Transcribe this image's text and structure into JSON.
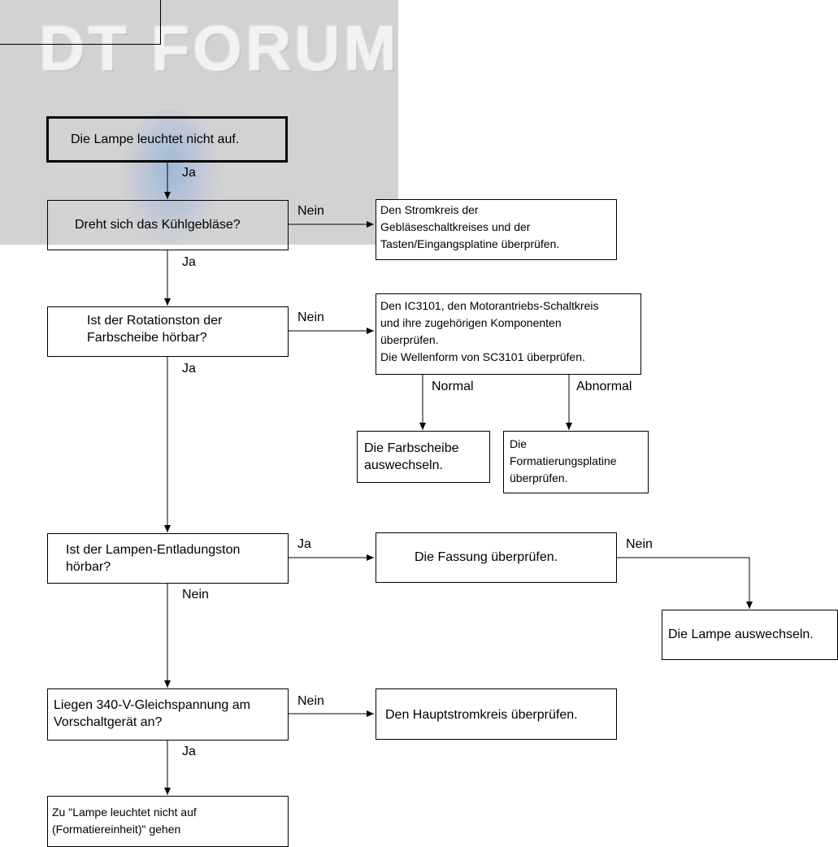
{
  "watermark": {
    "logo": "DT FORUM"
  },
  "nodes": {
    "start": "Die Lampe leuchtet nicht auf.",
    "fan_question": "Dreht sich das Kühlgebläse?",
    "fan_check": [
      "Den Stromkreis der",
      "Gebläseschaltkreises und der",
      "Tasten/Eingangsplatine überprüfen."
    ],
    "rotation_question": [
      "Ist der Rotationston der",
      "Farbscheibe hörbar?"
    ],
    "ic_check": [
      "Den IC3101, den Motorantriebs-Schaltkreis",
      "und ihre zugehörigen Komponenten",
      "überprüfen.",
      "Die Wellenform von SC3101 überprüfen."
    ],
    "replace_wheel": [
      "Die Farbscheibe",
      "auswechseln."
    ],
    "check_formatter": [
      "Die",
      "Formatierungsplatine",
      "überprüfen."
    ],
    "discharge_question": [
      "Ist der Lampen-Entladungston",
      "hörbar?"
    ],
    "check_socket": "Die Fassung überprüfen.",
    "replace_lamp": "Die Lampe auswechseln.",
    "voltage_question": [
      "Liegen 340-V-Gleichspannung am",
      "Vorschaltgerät an?"
    ],
    "check_main": "Den Hauptstromkreis überprüfen.",
    "goto": [
      "Zu \"Lampe leuchtet nicht auf",
      "(Formatiereinheit)\" gehen"
    ]
  },
  "labels": {
    "ja_1": "Ja",
    "nein_fan": "Nein",
    "ja_2": "Ja",
    "nein_rotation": "Nein",
    "ja_3": "Ja",
    "normal": "Normal",
    "abnormal": "Abnormal",
    "ja_discharge": "Ja",
    "nein_socket": "Nein",
    "nein_discharge": "Nein",
    "nein_voltage": "Nein",
    "ja_voltage": "Ja"
  }
}
